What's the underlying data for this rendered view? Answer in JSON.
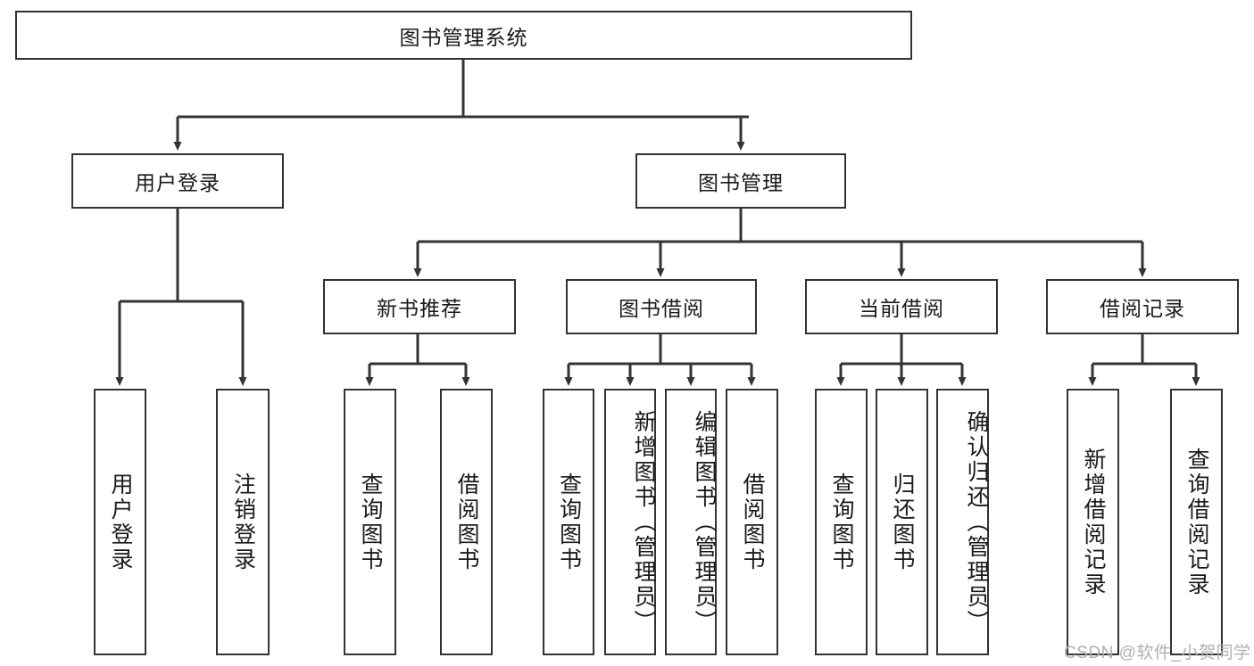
{
  "diagram": {
    "title": "图书管理系统",
    "type": "tree-hierarchy",
    "root": {
      "label": "图书管理系统",
      "orientation": "horizontal"
    },
    "level1": [
      {
        "label": "用户登录",
        "orientation": "horizontal"
      },
      {
        "label": "图书管理",
        "orientation": "horizontal"
      }
    ],
    "level2": [
      {
        "label": "新书推荐",
        "orientation": "horizontal"
      },
      {
        "label": "图书借阅",
        "orientation": "horizontal"
      },
      {
        "label": "当前借阅",
        "orientation": "horizontal"
      },
      {
        "label": "借阅记录",
        "orientation": "horizontal"
      }
    ],
    "leaves": {
      "user_login": [
        {
          "label": "用户登录",
          "orientation": "vertical"
        },
        {
          "label": "注销登录",
          "orientation": "vertical"
        }
      ],
      "new_book_recommend": [
        {
          "label": "查询图书",
          "orientation": "vertical"
        },
        {
          "label": "借阅图书",
          "orientation": "vertical"
        }
      ],
      "book_borrow": [
        {
          "label": "查询图书",
          "orientation": "vertical"
        },
        {
          "label": "新增图书（管理员）",
          "orientation": "vertical"
        },
        {
          "label": "编辑图书（管理员）",
          "orientation": "vertical"
        },
        {
          "label": "借阅图书",
          "orientation": "vertical"
        }
      ],
      "current_borrow": [
        {
          "label": "查询图书",
          "orientation": "vertical"
        },
        {
          "label": "归还图书",
          "orientation": "vertical"
        },
        {
          "label": "确认归还（管理员）",
          "orientation": "vertical"
        }
      ],
      "borrow_record": [
        {
          "label": "新增借阅记录",
          "orientation": "vertical"
        },
        {
          "label": "查询借阅记录",
          "orientation": "vertical"
        }
      ]
    },
    "style": {
      "box_border_color": "#333333",
      "box_fill_color": "#ffffff",
      "edge_color": "#333333",
      "text_color": "#1a1a1a",
      "background_color": "#ffffff"
    }
  },
  "watermark": {
    "text": "CSDN @软件_小贺同学"
  }
}
